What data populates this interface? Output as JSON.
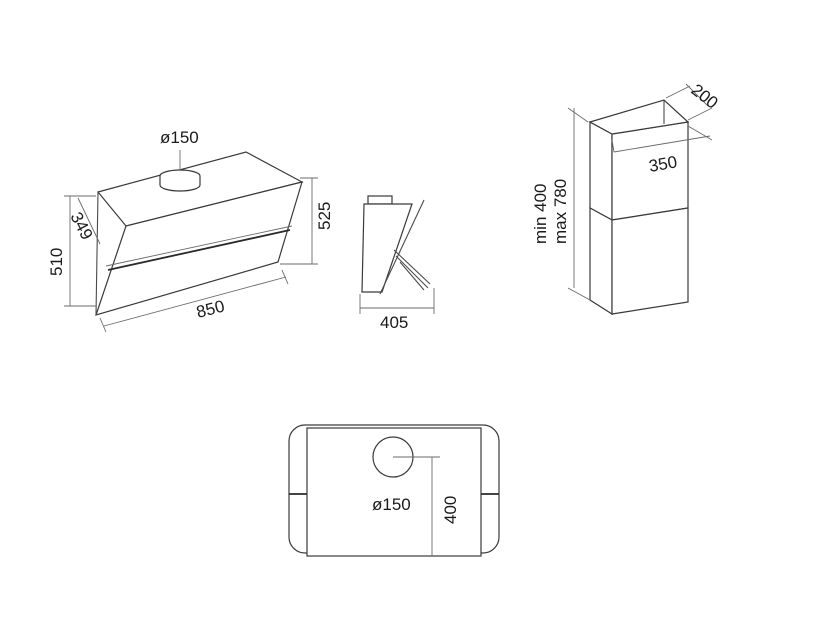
{
  "front_view": {
    "duct_diameter": "ø150",
    "width": "850",
    "height": "510",
    "depth": "349",
    "glass_height": "525"
  },
  "side_view": {
    "depth": "405"
  },
  "chimney_view": {
    "width": "350",
    "depth": "200",
    "height_min": "min 400",
    "height_max": "max 780"
  },
  "top_view": {
    "duct_diameter": "ø150",
    "duct_offset": "400"
  }
}
